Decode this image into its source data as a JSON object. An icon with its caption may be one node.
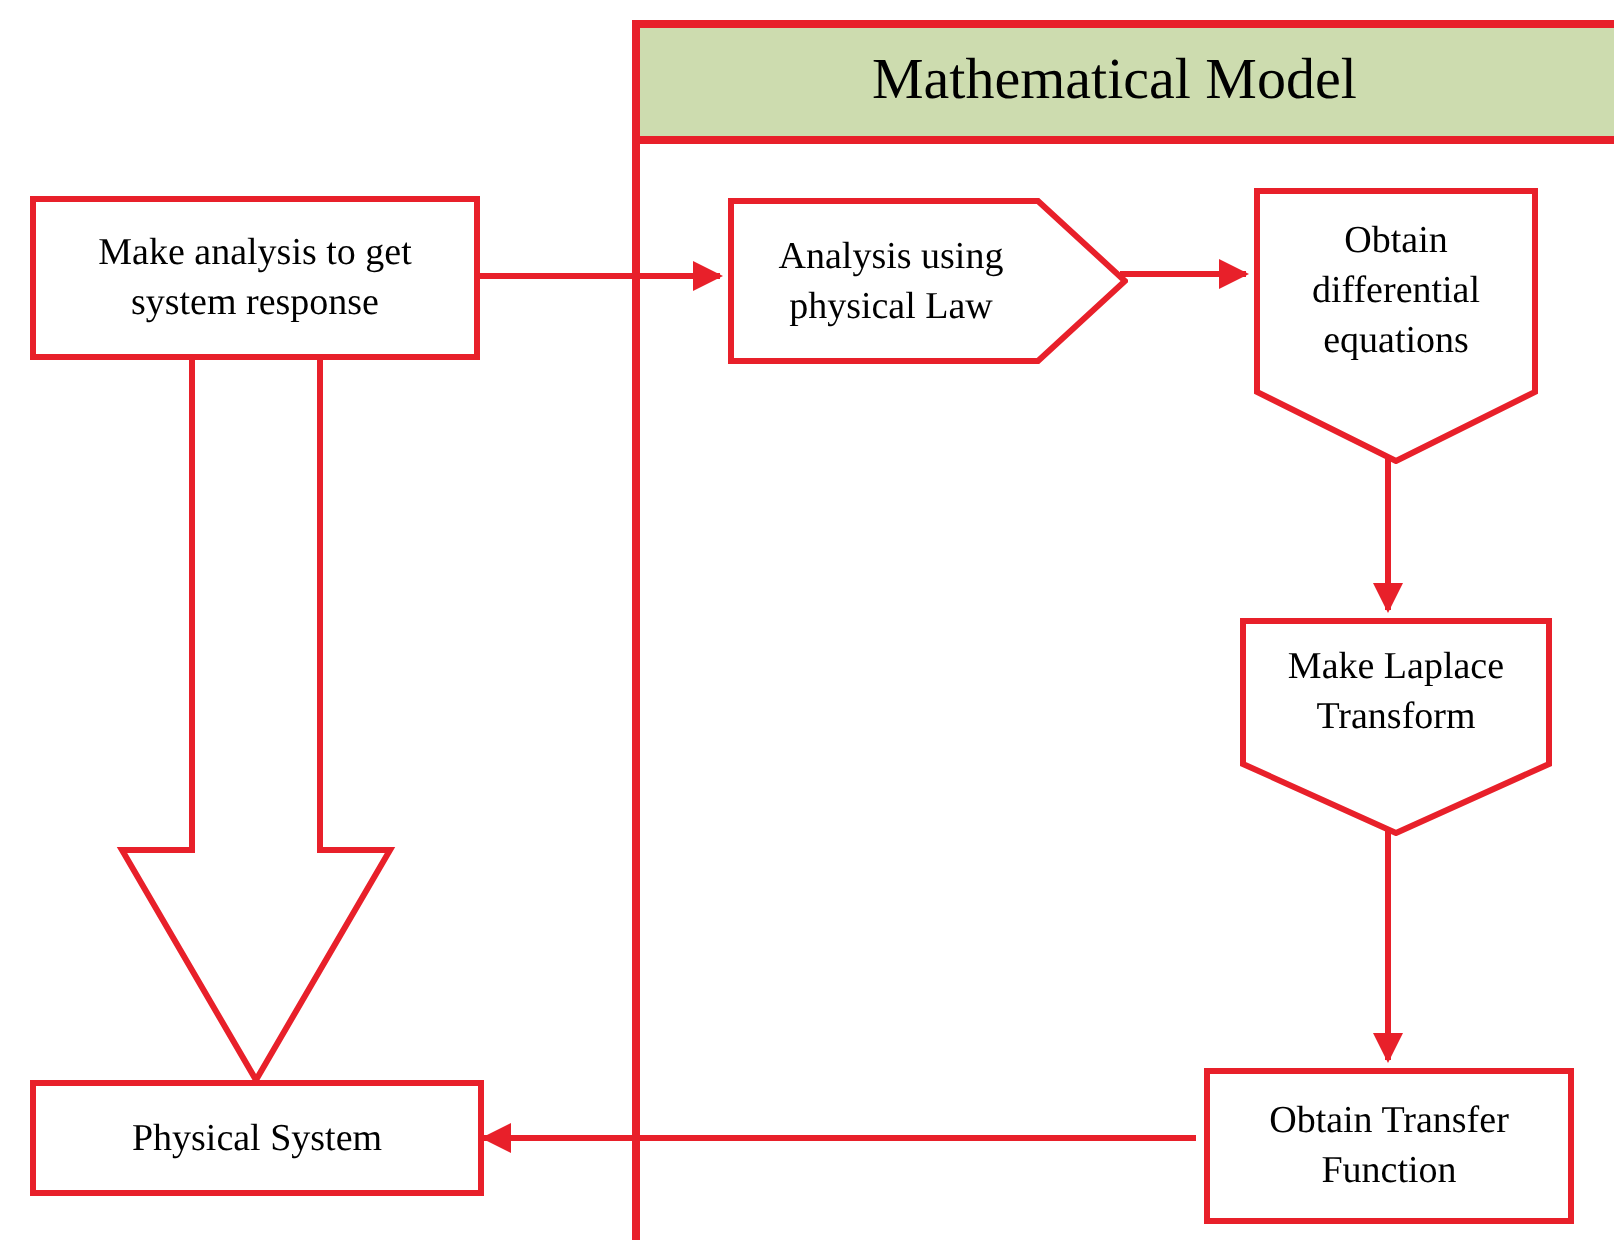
{
  "diagram": {
    "nodes": [
      {
        "text": [
          "Mathematical Model"
        ]
      },
      {
        "text": [
          "Make analysis to get system response"
        ]
      },
      {
        "text": [
          "Analysis using physical Law"
        ],
        "in": 0
      },
      {
        "text": [
          "Obtain differential equations"
        ],
        "in": 0
      },
      {
        "text": [
          "Make Laplace Transform"
        ],
        "in": 0
      },
      {
        "text": [
          "Obtain Transfer Function"
        ],
        "in": 0
      },
      {
        "text": [
          "Physical System"
        ]
      }
    ],
    "edges": [
      {
        "from": 1,
        "to": 2,
        "arrow": "to"
      },
      {
        "from": 2,
        "to": 3,
        "arrow": "to"
      },
      {
        "from": 3,
        "to": 4,
        "arrow": "to"
      },
      {
        "from": 4,
        "to": 5,
        "arrow": "to"
      },
      {
        "from": 5,
        "to": 6,
        "arrow": "to"
      },
      {
        "from": 1,
        "to": 6,
        "arrow": "to",
        "style": "thick"
      }
    ]
  }
}
